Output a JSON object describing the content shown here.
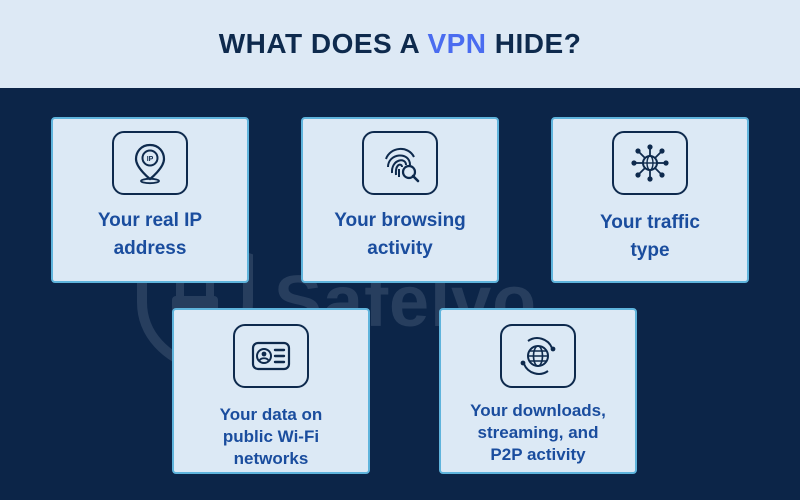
{
  "header": {
    "title_before": "WHAT DOES A ",
    "title_accent": "VPN",
    "title_after": " HIDE?"
  },
  "cards": [
    {
      "icon": "location-pin-ip-icon",
      "line1": "Your real IP",
      "line2": "address",
      "line3": ""
    },
    {
      "icon": "fingerprint-search-icon",
      "line1": "Your browsing",
      "line2": "activity",
      "line3": ""
    },
    {
      "icon": "network-globe-icon",
      "line1": "Your traffic",
      "line2": "type",
      "line3": ""
    },
    {
      "icon": "id-card-icon",
      "line1": "Your data on",
      "line2": "public Wi-Fi",
      "line3": "networks"
    },
    {
      "icon": "globe-sync-icon",
      "line1": "Your downloads,",
      "line2": "streaming, and",
      "line3": "P2P activity"
    }
  ],
  "watermark": {
    "text": "Safelvo"
  },
  "colors": {
    "background": "#0c2548",
    "header": "#dde9f5",
    "card": "#dce9f5",
    "card_border": "#5fb4dc",
    "title": "#0e2a4d",
    "accent": "#4a6cf0",
    "label": "#1a4d9e"
  }
}
